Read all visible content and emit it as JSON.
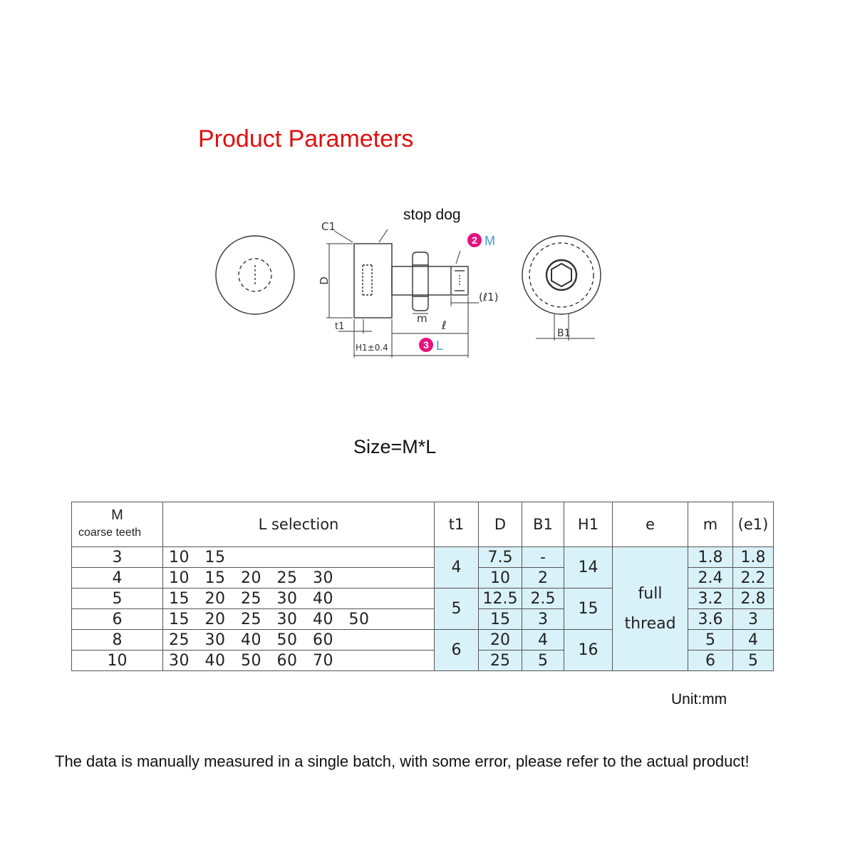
{
  "title": "Product Parameters",
  "drawing": {
    "label_stop_dog": "stop dog",
    "label_c1": "C1",
    "label_d": "D",
    "label_t1": "t1",
    "label_h1": "H1±0.4",
    "label_m_small": "m",
    "label_l_small": "ℓ",
    "label_l1": "(ℓ1)",
    "label_b1": "B1",
    "badge_m": {
      "number": "2",
      "letter": "M"
    },
    "badge_l": {
      "number": "3",
      "letter": "L"
    },
    "colors": {
      "badge": "#e4137e",
      "badge_letter": "#3a9bd8",
      "line": "#333333"
    }
  },
  "size_formula": "Size=M*L",
  "table": {
    "headers": {
      "m_top": "M",
      "m_sub": "coarse teeth",
      "l_selection": "L selection",
      "t1": "t1",
      "d": "D",
      "b1": "B1",
      "h1": "H1",
      "e": "e",
      "m": "m",
      "e1": "(e1)"
    },
    "rows": [
      {
        "M": "3",
        "L": [
          "10",
          "15"
        ],
        "D": "7.5",
        "B1": "-",
        "m": "1.8",
        "e1": "1.8"
      },
      {
        "M": "4",
        "L": [
          "10",
          "15",
          "20",
          "25",
          "30"
        ],
        "D": "10",
        "B1": "2",
        "m": "2.4",
        "e1": "2.2"
      },
      {
        "M": "5",
        "L": [
          "15",
          "20",
          "25",
          "30",
          "40"
        ],
        "D": "12.5",
        "B1": "2.5",
        "m": "3.2",
        "e1": "2.8"
      },
      {
        "M": "6",
        "L": [
          "15",
          "20",
          "25",
          "30",
          "40",
          "50"
        ],
        "D": "15",
        "B1": "3",
        "m": "3.6",
        "e1": "3"
      },
      {
        "M": "8",
        "L": [
          "25",
          "30",
          "40",
          "50",
          "60"
        ],
        "D": "20",
        "B1": "4",
        "m": "5",
        "e1": "4"
      },
      {
        "M": "10",
        "L": [
          "30",
          "40",
          "50",
          "60",
          "70"
        ],
        "D": "25",
        "B1": "5",
        "m": "6",
        "e1": "5"
      }
    ],
    "merged": {
      "t1": [
        "4",
        "5",
        "6"
      ],
      "h1": [
        "14",
        "15",
        "16"
      ],
      "e_line1": "full",
      "e_line2": "thread"
    },
    "colors": {
      "l_values": "#e8742a",
      "highlight": "#d9f1f9"
    }
  },
  "unit_note": "Unit:mm",
  "footer_note": "The data is manually measured in a single batch, with some error, please refer to the actual product!"
}
